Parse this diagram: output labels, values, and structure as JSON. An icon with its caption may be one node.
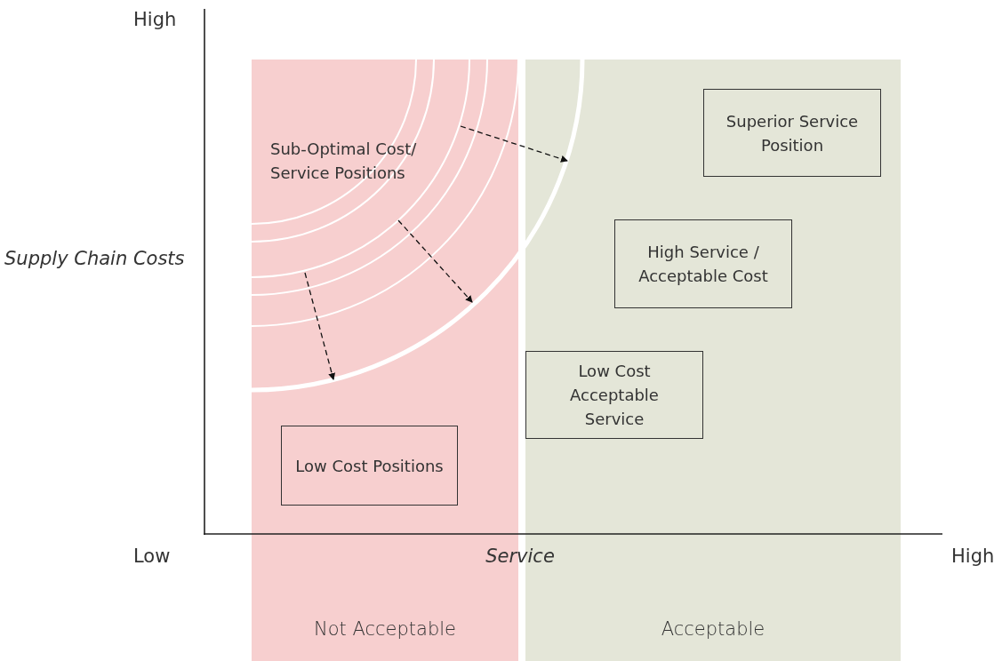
{
  "diagram": {
    "nodes": [
      {
        "text": [
          "Not Acceptable"
        ]
      },
      {
        "text": [
          "Low Cost Positions"
        ],
        "in": 0
      },
      {
        "text": [
          "Acceptable"
        ]
      },
      {
        "text": [
          "Superior Service Position"
        ],
        "in": 2
      },
      {
        "text": [
          "High Service / Acceptable Cost"
        ],
        "in": 2
      },
      {
        "text": [
          "Low Cost Acceptable Service"
        ],
        "in": 2
      }
    ],
    "edges": [],
    "labels": [
      "High",
      "Sub-Optimal Cost/ Service Positions",
      "Supply Chain Costs",
      "Low",
      "Service",
      "High"
    ]
  }
}
